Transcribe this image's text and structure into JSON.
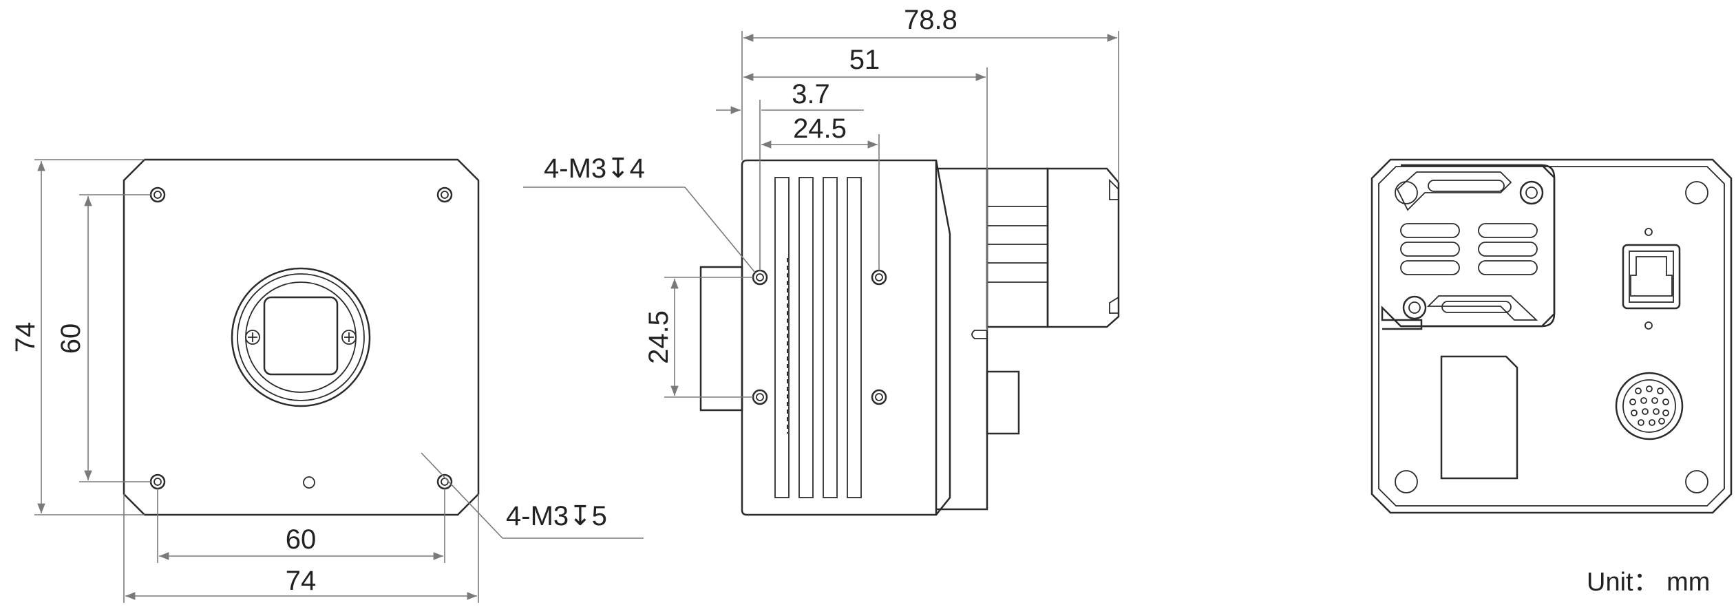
{
  "front_view": {
    "width_label": "74",
    "height_label": "74",
    "hole_spacing_h_label": "60",
    "hole_spacing_v_label": "60",
    "hole_callout": "4-M3↧5"
  },
  "side_view": {
    "total_length_label": "78.8",
    "body_length_label": "51",
    "flange_label": "3.7",
    "hole_spacing_h_label": "24.5",
    "hole_spacing_v_label": "24.5",
    "hole_callout": "4-M3↧4"
  },
  "unit_label": "Unit： mm",
  "colors": {
    "outline": "#2b2b2b",
    "dimension": "#7a7a7a",
    "background": "#ffffff"
  }
}
